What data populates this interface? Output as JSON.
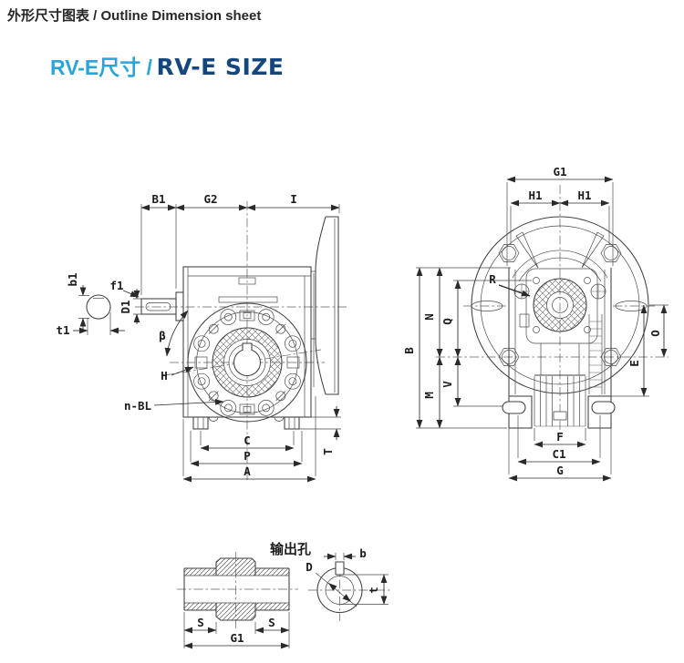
{
  "header": {
    "title": "外形尺寸图表 / Outline Dimension sheet"
  },
  "section_title": {
    "cn": "RV-E尺寸 /",
    "en": "RV-E SIZE"
  },
  "colors": {
    "title_light_blue": "#2ba4da",
    "title_dark_blue": "#15477c",
    "drawing_line": "#3f3f3f",
    "text": "#262626"
  },
  "front_view": {
    "dim_B1": "B1",
    "dim_G2": "G2",
    "dim_I": "I",
    "dim_b1": "b1",
    "dim_t1": "t1",
    "dim_f1": "f1",
    "dim_D1": "D1",
    "dim_beta": "β",
    "dim_H": "H",
    "dim_nBL": "n-BL",
    "dim_C": "C",
    "dim_P": "P",
    "dim_A": "A",
    "dim_T": "T"
  },
  "side_view": {
    "dim_G1": "G1",
    "dim_H1_left": "H1",
    "dim_H1_right": "H1",
    "dim_R": "R",
    "dim_B": "B",
    "dim_N": "N",
    "dim_Q": "Q",
    "dim_M": "M",
    "dim_V": "V",
    "dim_O": "O",
    "dim_E": "E",
    "dim_F": "F",
    "dim_C1": "C1",
    "dim_G": "G"
  },
  "section_view": {
    "caption": "输出孔",
    "dim_S_left": "S",
    "dim_S_right": "S",
    "dim_G1": "G1",
    "dim_b": "b",
    "dim_D": "D",
    "dim_t": "t"
  }
}
